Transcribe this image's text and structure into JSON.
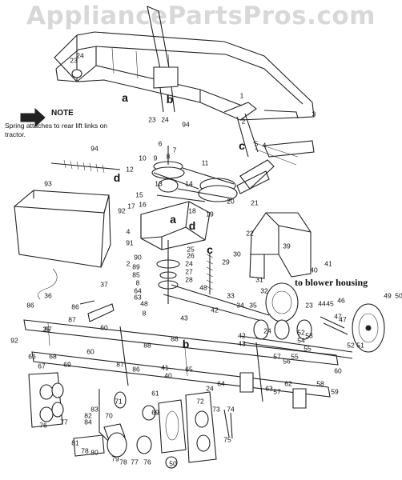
{
  "watermark": "AppliancePartsPros.com",
  "note": {
    "title": "NOTE",
    "text": "Spring attaches to rear lift links on tractor."
  },
  "callout": "to blower housing",
  "letter_labels": [
    "a",
    "b",
    "c",
    "d",
    "d",
    "a",
    "c",
    "b"
  ],
  "part_labels": [
    "23",
    "24",
    "23",
    "24",
    "94",
    "1",
    "2",
    "3",
    "5",
    "4",
    "94",
    "6",
    "7",
    "9",
    "8",
    "10",
    "11",
    "12",
    "13",
    "14",
    "15",
    "16",
    "92",
    "17",
    "18",
    "19",
    "20",
    "21",
    "22",
    "93",
    "4",
    "91",
    "90",
    "2",
    "89",
    "85",
    "8",
    "64",
    "63",
    "48",
    "8",
    "43",
    "25",
    "26",
    "24",
    "27",
    "28",
    "30",
    "29",
    "41",
    "40",
    "31",
    "32",
    "33",
    "34",
    "35",
    "39",
    "49",
    "50",
    "23",
    "36",
    "87",
    "86",
    "86",
    "25",
    "87",
    "60",
    "92",
    "60",
    "88",
    "88",
    "87",
    "86",
    "42",
    "42",
    "43",
    "55",
    "56",
    "57",
    "24",
    "52",
    "53",
    "54",
    "55",
    "46",
    "47",
    "51",
    "44",
    "45",
    "47",
    "66",
    "68",
    "67",
    "69",
    "65",
    "41",
    "40",
    "24",
    "64",
    "63",
    "62",
    "57",
    "58",
    "59",
    "60",
    "61",
    "71",
    "70",
    "69",
    "72",
    "73",
    "74",
    "75",
    "76",
    "77",
    "83",
    "82",
    "84",
    "81",
    "78",
    "80",
    "79",
    "78",
    "77",
    "76",
    "50",
    "37",
    "52",
    "48"
  ]
}
